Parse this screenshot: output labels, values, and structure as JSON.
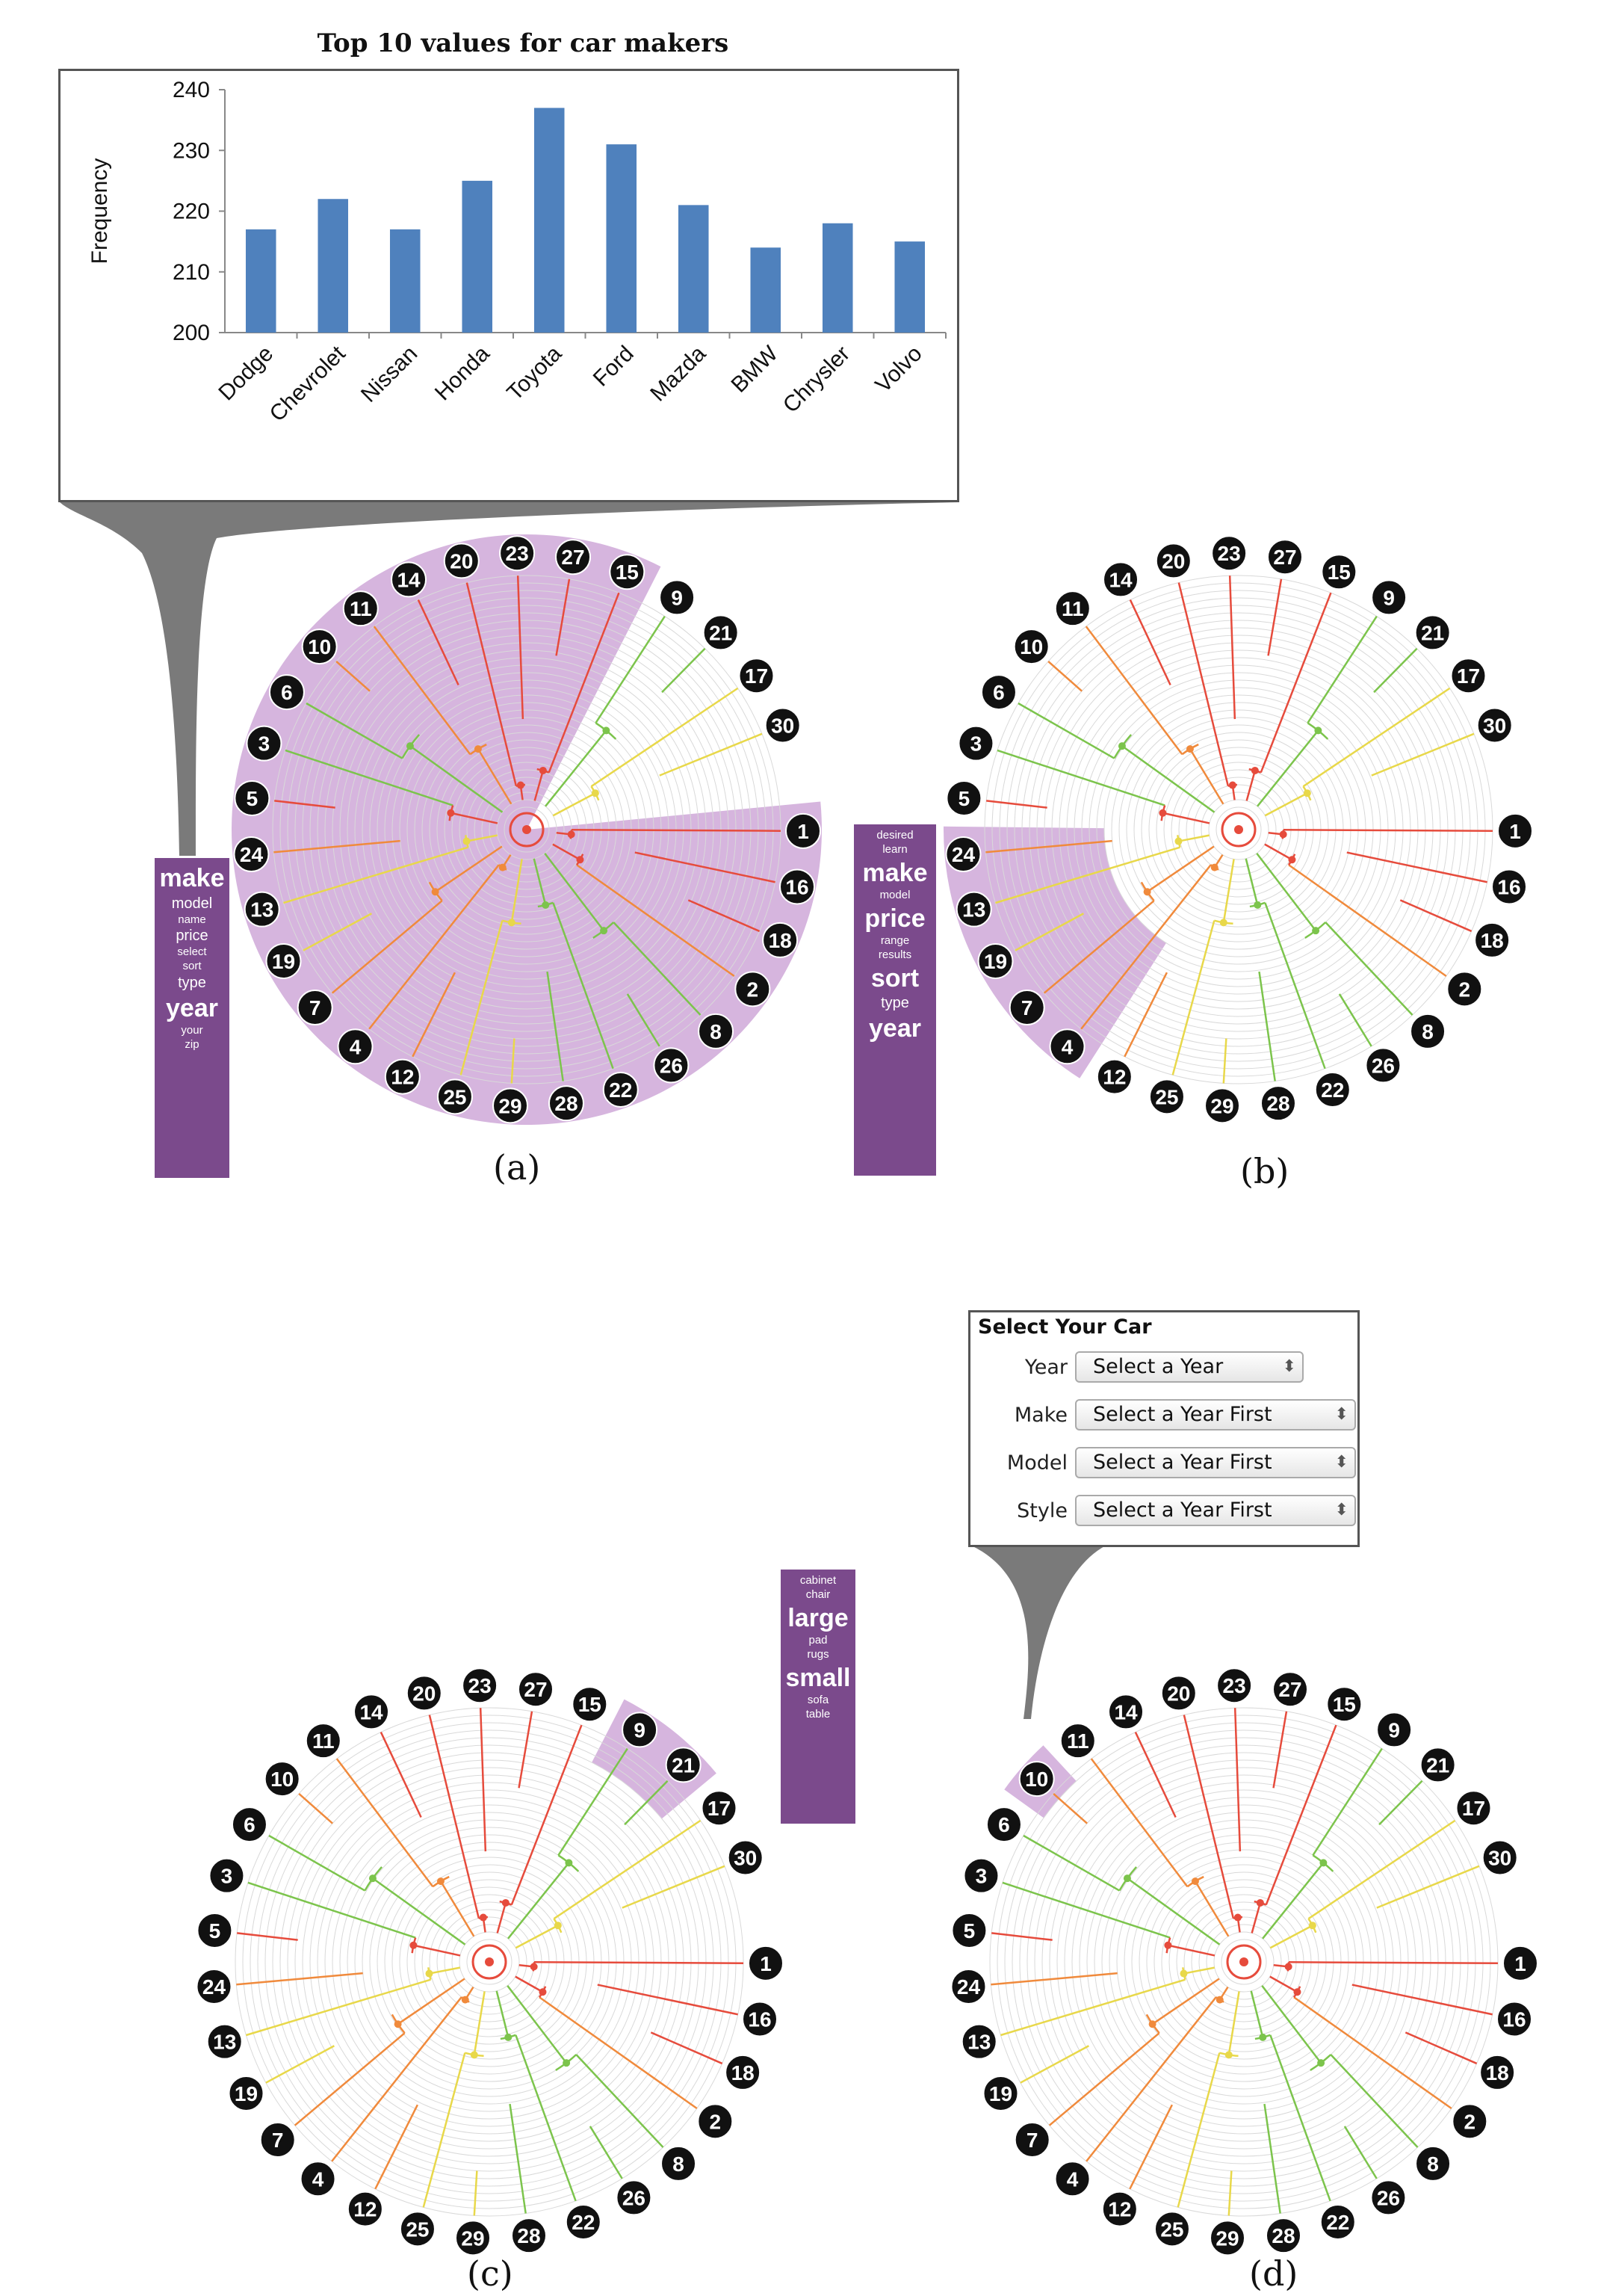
{
  "chart_data": {
    "type": "bar",
    "title": "Top 10 values for car makers",
    "ylabel": "Frequency",
    "xlabel": "",
    "ylim": [
      200,
      240
    ],
    "yticks": [
      200,
      210,
      220,
      230,
      240
    ],
    "categories": [
      "Dodge",
      "Chevrolet",
      "Nissan",
      "Honda",
      "Toyota",
      "Ford",
      "Mazda",
      "BMW",
      "Chrysler",
      "Volvo"
    ],
    "values": [
      217,
      222,
      217,
      225,
      237,
      231,
      221,
      214,
      218,
      215
    ],
    "bar_color": "#4f81bd",
    "grid": false,
    "legend": "none"
  },
  "dendrogram": {
    "leaf_order": [
      "1",
      "16",
      "18",
      "2",
      "8",
      "26",
      "22",
      "28",
      "29",
      "25",
      "12",
      "4",
      "7",
      "19",
      "13",
      "24",
      "5",
      "3",
      "6",
      "10",
      "11",
      "14",
      "20",
      "23",
      "27",
      "15",
      "9",
      "21",
      "17",
      "30"
    ],
    "colors": {
      "red": "#e64b3c",
      "orange": "#f08a3c",
      "yellow": "#e8d84a",
      "green": "#7cc44c",
      "highlight": "#cfa8d8",
      "wordbox": "#7b4a8c",
      "leaf_fill": "#111111"
    }
  },
  "panels": {
    "a": {
      "label": "(a)",
      "words": [
        {
          "t": "make",
          "s": "l"
        },
        {
          "t": "model",
          "s": "m"
        },
        {
          "t": "name",
          "s": "s"
        },
        {
          "t": "price",
          "s": "m"
        },
        {
          "t": "select",
          "s": "s"
        },
        {
          "t": "sort",
          "s": "s"
        },
        {
          "t": "type",
          "s": "m"
        },
        {
          "t": "year",
          "s": "l"
        },
        {
          "t": "your",
          "s": "s"
        },
        {
          "t": "zip",
          "s": "s"
        }
      ]
    },
    "b": {
      "label": "(b)",
      "words": [
        {
          "t": "desired",
          "s": "s"
        },
        {
          "t": "learn",
          "s": "s"
        },
        {
          "t": "make",
          "s": "l"
        },
        {
          "t": "model",
          "s": "s"
        },
        {
          "t": "price",
          "s": "l"
        },
        {
          "t": "range",
          "s": "s"
        },
        {
          "t": "results",
          "s": "s"
        },
        {
          "t": "sort",
          "s": "l"
        },
        {
          "t": "type",
          "s": "m"
        },
        {
          "t": "year",
          "s": "l"
        }
      ]
    },
    "c": {
      "label": "(c)",
      "words": [
        {
          "t": "cabinet",
          "s": "s"
        },
        {
          "t": "chair",
          "s": "s"
        },
        {
          "t": "large",
          "s": "l"
        },
        {
          "t": "pad",
          "s": "s"
        },
        {
          "t": "rugs",
          "s": "s"
        },
        {
          "t": "small",
          "s": "l"
        },
        {
          "t": "sofa",
          "s": "s"
        },
        {
          "t": "table",
          "s": "s"
        }
      ]
    },
    "d": {
      "label": "(d)",
      "form": {
        "title": "Select Your Car",
        "rows": [
          {
            "label": "Year",
            "value": "Select a Year",
            "arrows": "⬍"
          },
          {
            "label": "Make",
            "value": "Select a Year First",
            "arrows": "⬍"
          },
          {
            "label": "Model",
            "value": "Select a Year First",
            "arrows": "⬍"
          },
          {
            "label": "Style",
            "value": "Select a Year First",
            "arrows": "⬍"
          }
        ]
      }
    }
  }
}
